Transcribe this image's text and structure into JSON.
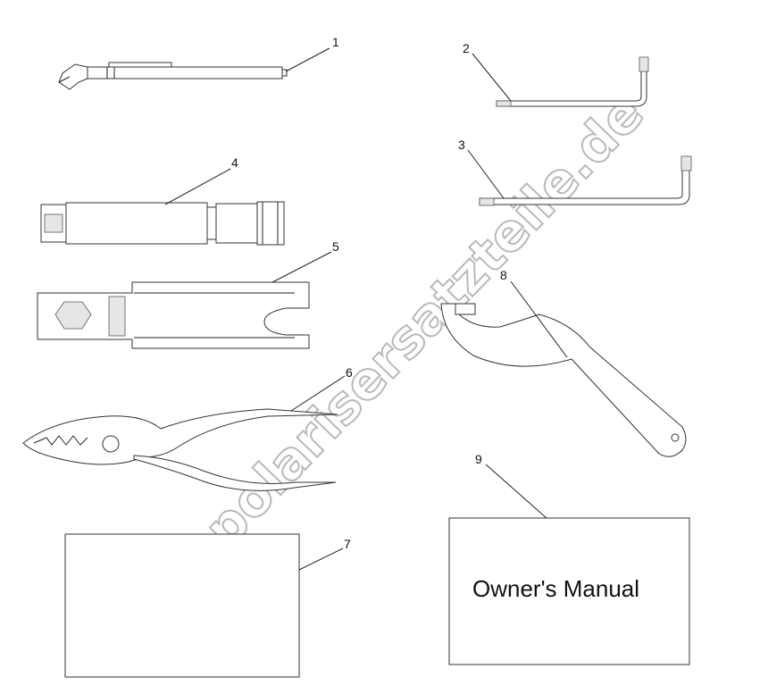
{
  "diagram": {
    "callouts": [
      "1",
      "2",
      "3",
      "4",
      "5",
      "6",
      "7",
      "8",
      "9"
    ],
    "manual_label": "Owner's Manual",
    "watermark": "www.polarisersatzteile.de"
  },
  "colors": {
    "line": "#222222",
    "watermark_stroke": "#b9b9b9",
    "background": "#ffffff"
  }
}
